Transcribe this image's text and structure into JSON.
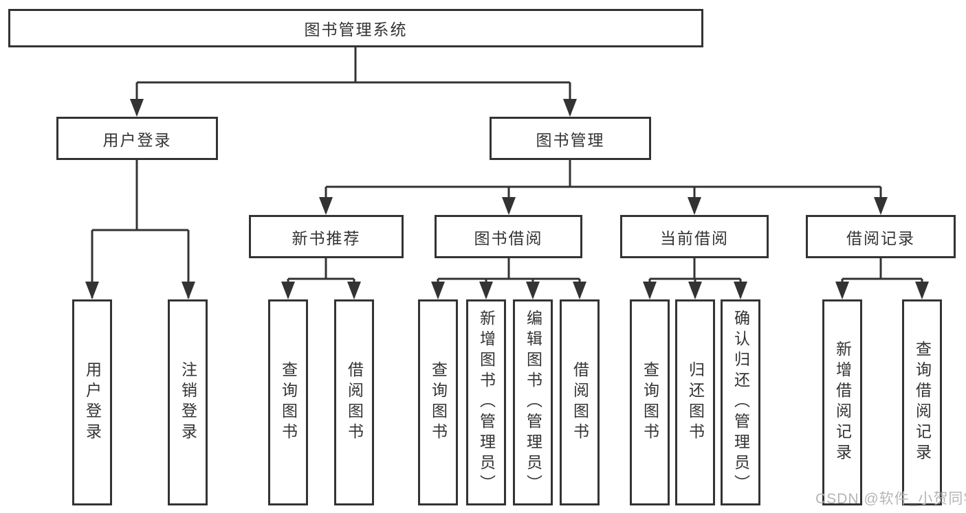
{
  "diagram": {
    "root": {
      "label": "图书管理系统"
    },
    "branches": [
      {
        "label": "用户登录",
        "leaves": [
          "用户登录",
          "注销登录"
        ]
      },
      {
        "label": "图书管理",
        "groups": [
          {
            "label": "新书推荐",
            "leaves": [
              "查询图书",
              "借阅图书"
            ]
          },
          {
            "label": "图书借阅",
            "leaves": [
              "查询图书",
              "新增图书（管理员）",
              "编辑图书（管理员）",
              "借阅图书"
            ]
          },
          {
            "label": "当前借阅",
            "leaves": [
              "查询图书",
              "归还图书",
              "确认归还（管理员）"
            ]
          },
          {
            "label": "借阅记录",
            "leaves": [
              "新增借阅记录",
              "查询借阅记录"
            ]
          }
        ]
      }
    ],
    "colors": {
      "line": "#333333",
      "box_border": "#333333",
      "text": "#333333",
      "background": "#ffffff",
      "watermark": "#b5b5b5"
    },
    "watermark": {
      "text": "CSDN @软件_小贺同学"
    }
  }
}
